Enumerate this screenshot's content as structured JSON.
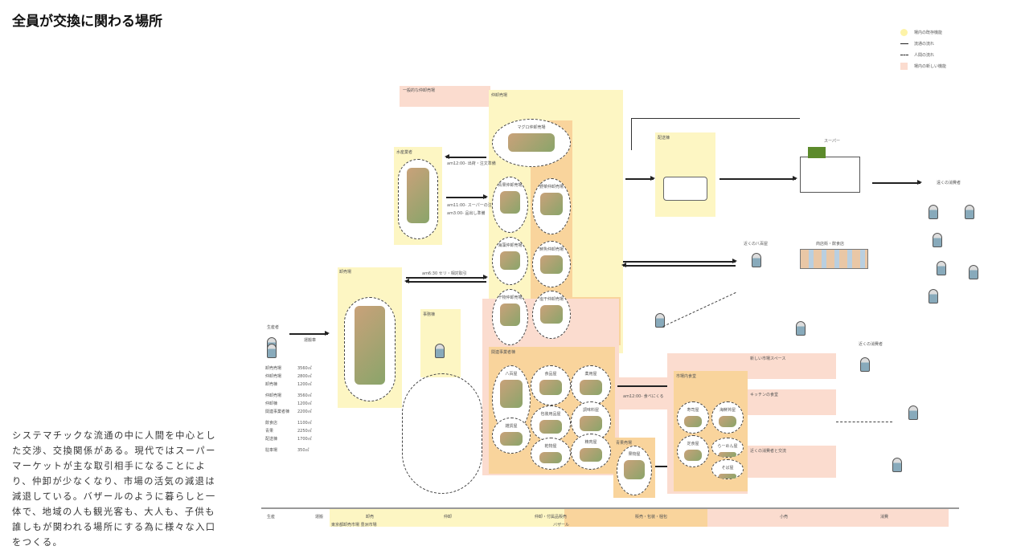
{
  "title": "全員が交換に関わる場所",
  "legend": [
    {
      "label": "場内の既存機能",
      "color": "#fdf3a8"
    },
    {
      "label": "流通の流れ"
    },
    {
      "label": "人間の流れ"
    },
    {
      "label": "場内の新しい機能",
      "color": "#fbdccf"
    }
  ],
  "description": "システマチックな流通の中に人間を中心とした交渉、交換関係がある。現代ではスーパーマーケットが主な取引相手になることにより、仲卸が少なくなり、市場の活気の減退は減退している。バザールのように暮らしと一体で、地域の人も観光客も、大人も、子供も誰しもが関われる場所にする為に様々な入口をつくる。",
  "diagram": {
    "producer": "生産者",
    "transport": "運搬車",
    "wholesale": "卸売場",
    "marine": "水産業者",
    "intermediate": "仲卸売場",
    "related": "関連事業者棟",
    "produce": "青果売場",
    "restaurant": "市場内食堂",
    "delivery": "配送棟",
    "office": "事務棟",
    "supermarket": "スーパー",
    "far_consumer": "遠くの消費者",
    "near_consumer": "近くの消費者",
    "shop": "近くの八百屋",
    "shopping_street": "商店街・飲食店",
    "note_top": "一般的な仲卸売場",
    "route_notes": [
      "am12:00- 出荷・注文準備",
      "am11:00- スーパーの注文準備",
      "am3:00- 品出し準備",
      "am6:30 セリ・相対取引",
      "am12:00- 食べにくる"
    ],
    "circles_wholesale": [
      "マグロ仲卸売場",
      "青果仲卸売場",
      "野菜仲卸売場",
      "海藻仲卸売場",
      "鮮魚仲卸売場",
      "干物仲卸売場",
      "塩干仲卸売場"
    ],
    "circles_related": [
      "八百屋",
      "食品屋",
      "薬用屋",
      "包装用品屋",
      "調味料屋",
      "雑貨屋",
      "乾物屋",
      "精肉屋"
    ],
    "circles_restaurant": [
      "寿司屋",
      "海鮮丼屋",
      "定食屋",
      "らーめん屋",
      "そば屋"
    ],
    "circles_produce": [
      "果物屋"
    ],
    "notes_right": [
      "新しい市場スペース",
      "キッチンの食堂",
      "近くの消費者と交流"
    ],
    "stats": [
      [
        "卸売売場",
        "3560㎡"
      ],
      [
        "仲卸売場",
        "2800㎡"
      ],
      [
        "卸売棟",
        "1200㎡"
      ],
      [
        "仲卸売場",
        "3560㎡"
      ],
      [
        "仲卸棟",
        "1200㎡"
      ],
      [
        "関連事業者棟",
        "2200㎡"
      ],
      [
        "飲食店",
        "1100㎡"
      ],
      [
        "青果",
        "2250㎡"
      ],
      [
        "配送棟",
        "1700㎡"
      ],
      [
        "駐車場",
        "350㎡"
      ]
    ]
  },
  "timeline": {
    "stages": [
      "生産",
      "運搬",
      "卸売",
      "仲卸",
      "仲卸・付属品販売",
      "販売・包装・梱包",
      "小売",
      "消費"
    ],
    "sub": [
      "東京都卸売市場 豊洲市場",
      "バザール"
    ]
  }
}
